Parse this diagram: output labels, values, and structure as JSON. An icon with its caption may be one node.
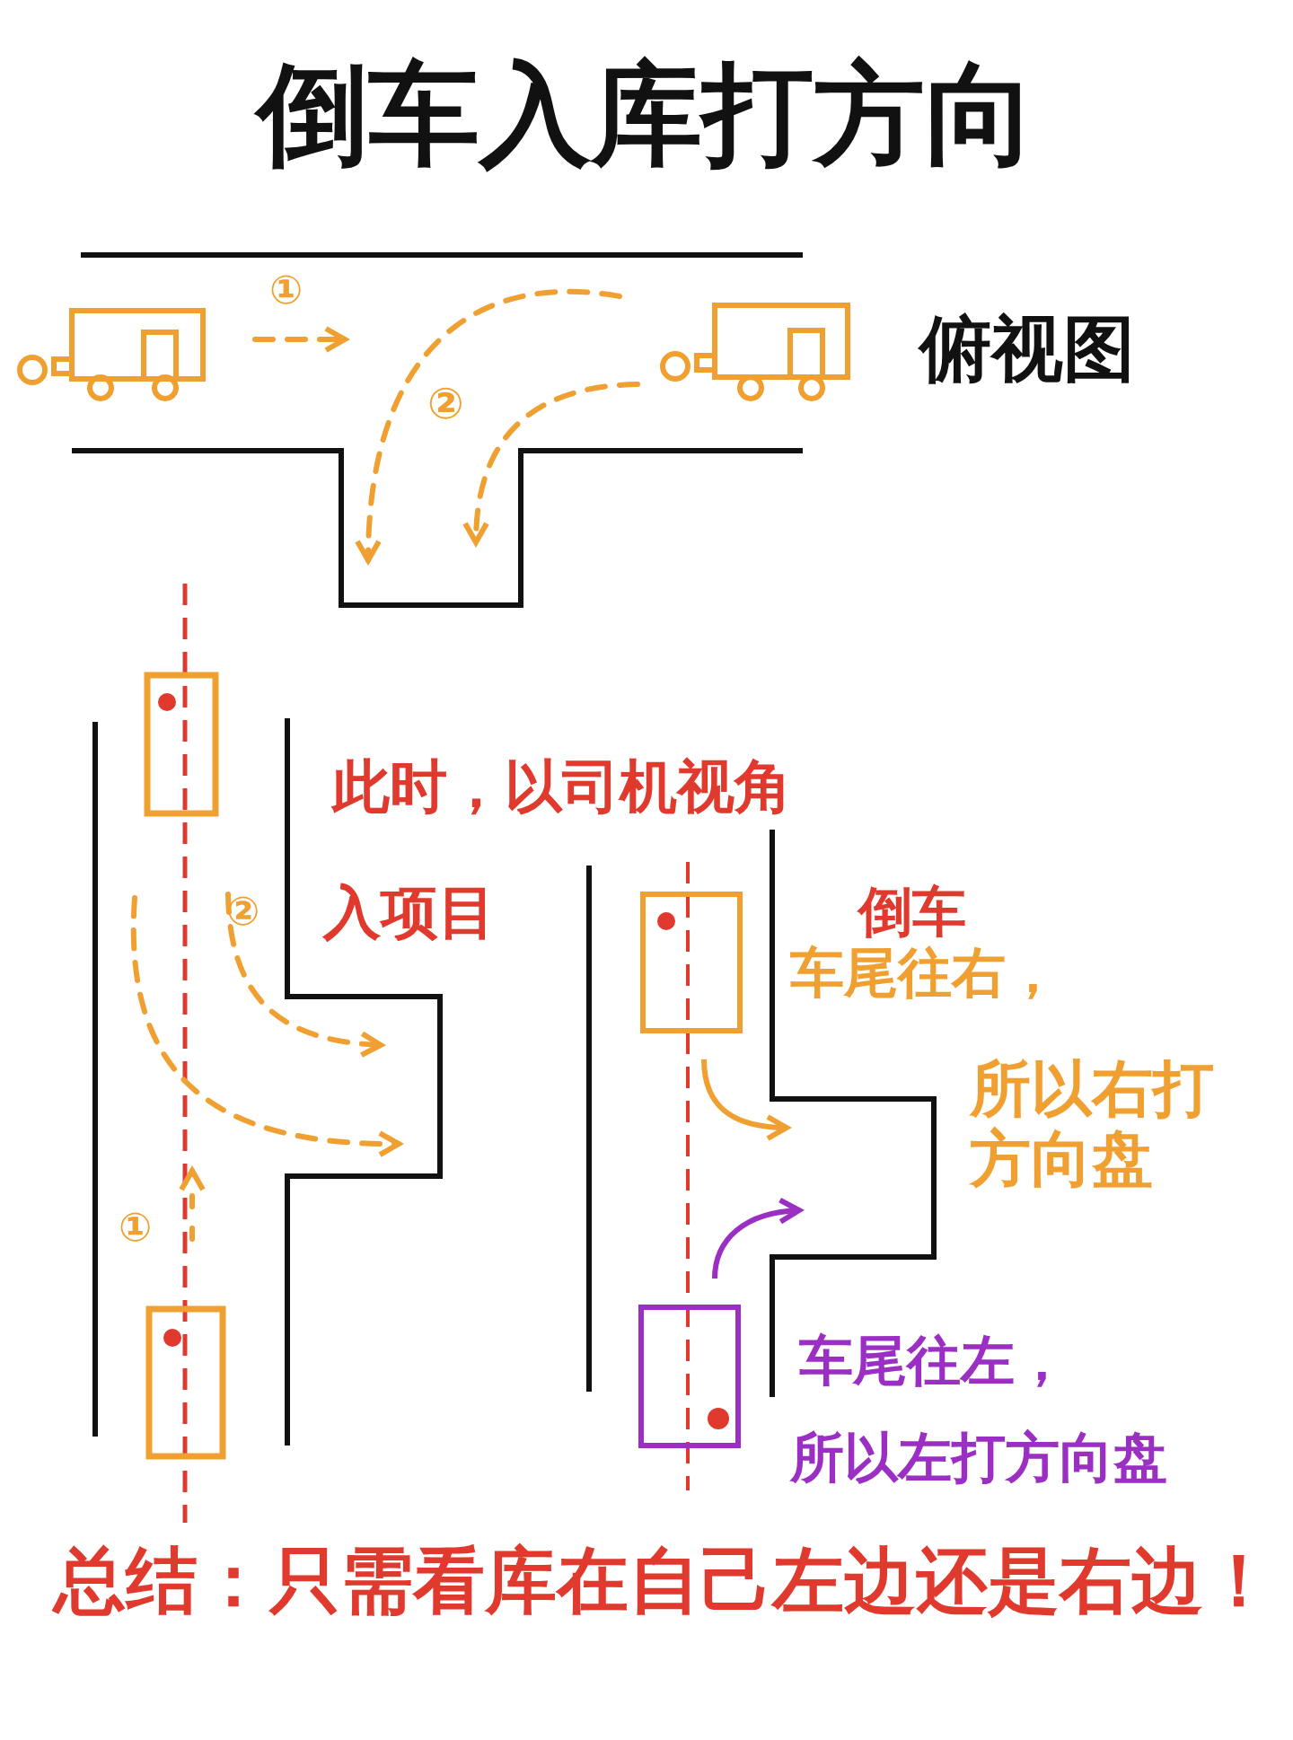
{
  "diagram": {
    "title": "倒车入库打方向",
    "labels": [
      "①",
      "②",
      "俯视图",
      "此时，以司机视角",
      "②",
      "入项目",
      "①",
      "倒车",
      "车尾往右，",
      "所以右打方向盘",
      "车尾往左，",
      "所以左打方向盘",
      "总结：只需看库在自己左边还是右边！"
    ]
  }
}
